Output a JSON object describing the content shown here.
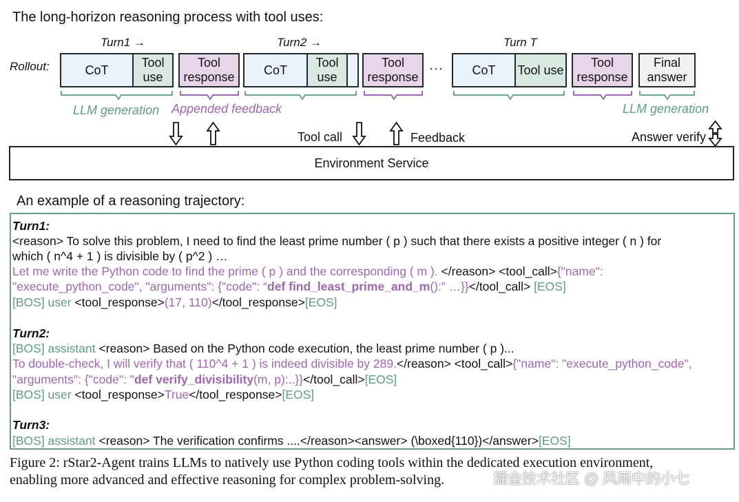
{
  "diagram": {
    "title": "The long-horizon reasoning process with tool uses:",
    "rollout_label": "Rollout:",
    "turns": [
      {
        "label": "Turn1",
        "arrow": "→"
      },
      {
        "label": "Turn2",
        "arrow": "→"
      },
      {
        "label": "Turn T",
        "arrow": ""
      }
    ],
    "boxes": {
      "cot": "CoT",
      "tool_use": "Tool use",
      "tool_response": "Tool response",
      "final_answer": "Final answer",
      "ellipsis": "···"
    },
    "annotations": {
      "llm_generation": "LLM generation",
      "appended_feedback": "Appended feedback",
      "tool_call": "Tool call",
      "feedback": "Feedback",
      "answer_verify": "Answer verify"
    },
    "environment_service": "Environment Service",
    "colors": {
      "cot": "#eaf3fb",
      "tool_use": "#d9e9e2",
      "tool_response": "#e9d5e9",
      "green": "#5f9a8a",
      "purple": "#a066b0"
    }
  },
  "trajectory": {
    "heading": "An example of a reasoning trajectory:",
    "turn1": {
      "label": "Turn1:",
      "l1": "<reason> To solve this problem, I need to find the least prime number ( p ) such that there exists a positive integer ( n ) for",
      "l2": "which ( n^4 + 1 ) is divisible by ( p^2 ) …",
      "l3": "Let me write the Python code to find the prime ( p ) and the corresponding ( m ).",
      "l3b": " </reason> <tool_call>",
      "l3c": "{\"name\":",
      "l4a": "\"execute_python_code\", \"arguments\": {\"code\": “",
      "l4b": "def find_least_prime_and_m",
      "l4c": "():” …}}",
      "l4d": "</tool_call> ",
      "l4e": "[EOS]",
      "l5a": "[BOS] user ",
      "l5b": "<tool_response>",
      "l5c": "(17, 110)",
      "l5d": "</tool_response>",
      "l5e": "[EOS]"
    },
    "turn2": {
      "label": "Turn2:",
      "l1a": "[BOS] assistant ",
      "l1b": "<reason> Based on the Python code execution, the least prime number ( p )...",
      "l2a": "To double-check, I will verify that ( 110^4 + 1 ) is indeed divisible by 289.",
      "l2b": "</reason> <tool_call>",
      "l2c": "{\"name\": \"execute_python_code\",",
      "l3a": "\"arguments\": {\"code\": \"",
      "l3b": "def verify_divisibility",
      "l3c": "(m, p):..}}",
      "l3d": "</tool_call>",
      "l3e": "[EOS]",
      "l4a": "[BOS] user ",
      "l4b": "<tool_response>",
      "l4c": "True",
      "l4d": "</tool_response>",
      "l4e": "[EOS]"
    },
    "turn3": {
      "label": "Turn3:",
      "l1a": "[BOS] assistant ",
      "l1b": "<reason> The verification confirms ....</reason><answer> (\\boxed{110})</answer>",
      "l1c": "[EOS]"
    }
  },
  "caption": {
    "line1": "Figure 2: rStar2-Agent trains LLMs to natively use Python coding tools within the dedicated execution environment,",
    "line2": "enabling more advanced and effective reasoning for complex problem-solving."
  },
  "watermark": "掘金技术社区 @ 风雨中的小七"
}
